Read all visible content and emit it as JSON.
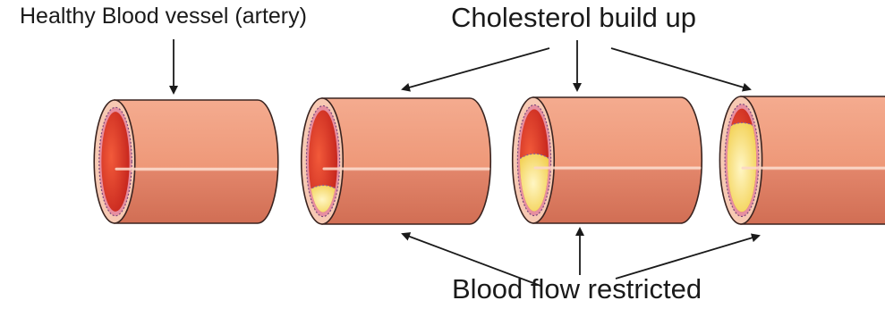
{
  "labels": {
    "healthy": "Healthy Blood vessel (artery)",
    "cholesterol": "Cholesterol build up",
    "blood_flow": "Blood flow restricted"
  },
  "vessels": [
    {
      "name": "healthy-artery",
      "blockage": 0.0
    },
    {
      "name": "artery-mild-buildup",
      "blockage": 0.25
    },
    {
      "name": "artery-moderate-buildup",
      "blockage": 0.55
    },
    {
      "name": "artery-severe-buildup",
      "blockage": 0.85
    }
  ],
  "colors": {
    "vessel_outer": "#e8896a",
    "vessel_top": "#f2a58a",
    "vessel_bottom": "#d67458",
    "vessel_highlight": "#fbd7c7",
    "wall_ring": "#f7c9b3",
    "intima": "#e78fa1",
    "blood": "#e03a2a",
    "blood_dark": "#b81f1a",
    "plaque": "#f7d766",
    "plaque_light": "#fff4b8",
    "arrow": "#1a1a1a"
  }
}
